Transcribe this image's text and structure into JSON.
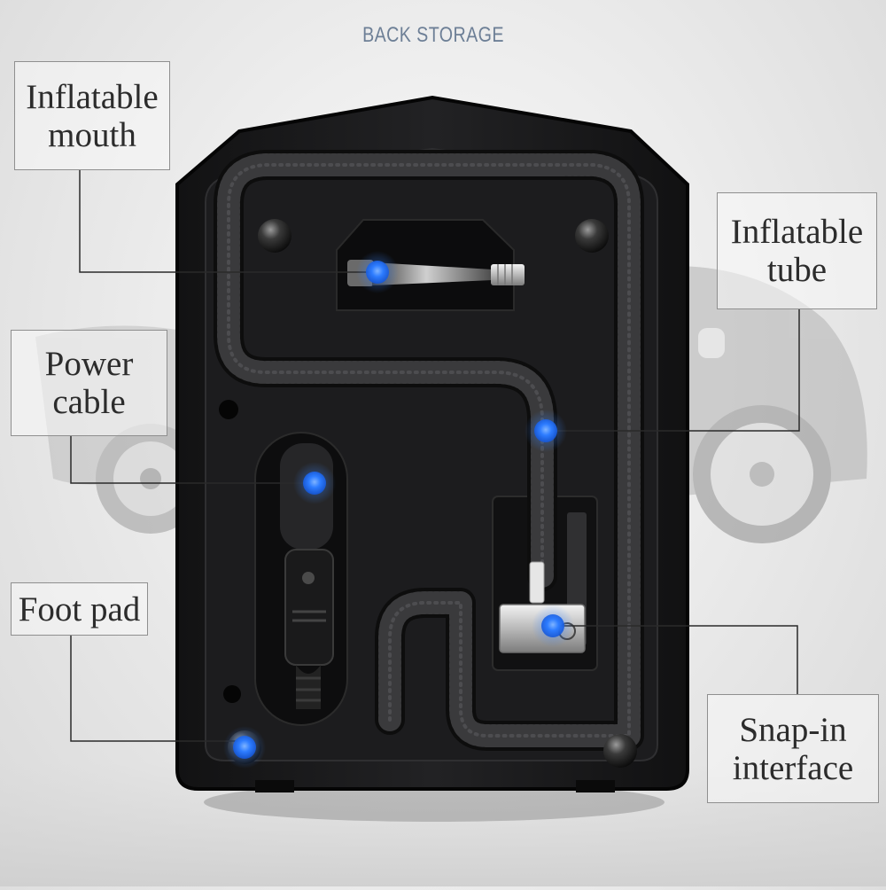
{
  "header": {
    "title": "BACK STORAGE"
  },
  "labels": {
    "inflatable_mouth": {
      "line1": "Inflatable",
      "line2": "mouth"
    },
    "inflatable_tube": {
      "line1": "Inflatable",
      "line2": "tube"
    },
    "power_cable": {
      "line1": "Power",
      "line2": "cable"
    },
    "foot_pad": {
      "line1": "Foot pad"
    },
    "snap_in_interface": {
      "line1": "Snap-in",
      "line2": "interface"
    }
  },
  "colors": {
    "marker_blue": "#1f6fff",
    "device_body": "#1b1b1d",
    "leader_line": "#2a2a2a",
    "header_text": "#6d7f96"
  }
}
